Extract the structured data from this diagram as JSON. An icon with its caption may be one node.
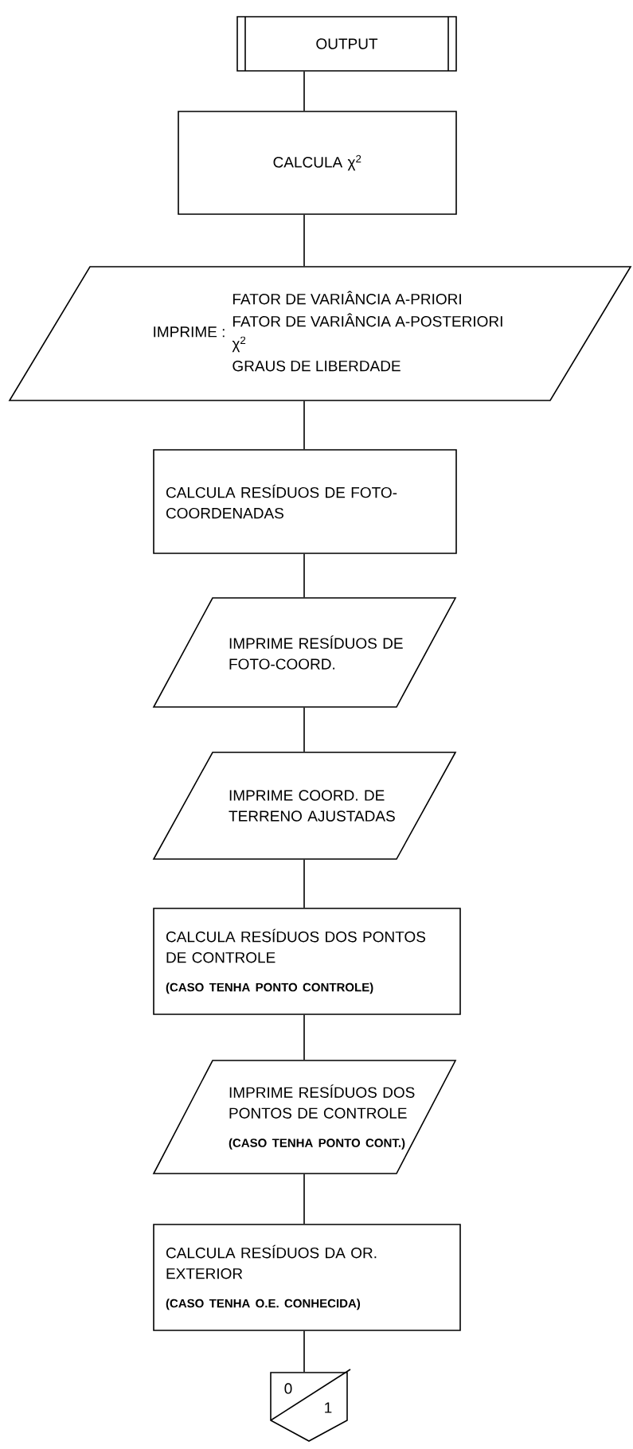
{
  "diagram": {
    "nodes": [
      {
        "text": [
          "OUTPUT"
        ]
      },
      {
        "text": [
          "CALCULA χ$^{2}$"
        ]
      },
      {
        "text": [
          "IMPRIME :",
          "FATOR DE VARIÂNCIA A-PRIORI",
          "FATOR DE VARIÂNCIA A-POSTERIORI",
          "χ$^{2}$",
          "GRAUS DE LIBERDADE"
        ]
      },
      {
        "text": [
          "CALCULA RESÍDUOS DE FOTO-COORDENADAS"
        ]
      },
      {
        "text": [
          "IMPRIME RESÍDUOS DE FOTO-COORD."
        ]
      },
      {
        "text": [
          "IMPRIME COORD. DE TERRENO AJUSTADAS"
        ]
      },
      {
        "text": [
          "CALCULA RESÍDUOS DOS PONTOS DE CONTROLE",
          "(CASO TENHA PONTO CONTROLE)"
        ]
      },
      {
        "text": [
          "IMPRIME RESÍDUOS DOS PONTOS DE CONTROLE",
          "(CASO TENHA PONTO CONT.)"
        ]
      },
      {
        "text": [
          "CALCULA RESÍDUOS DA OR. EXTERIOR",
          "(CASO TENHA O.E. CONHECIDA)"
        ]
      },
      {
        "text": [
          "0",
          "1"
        ]
      }
    ],
    "edges": [
      {
        "from": 0,
        "to": 1,
        "arrow": "none"
      },
      {
        "from": 1,
        "to": 2,
        "arrow": "none"
      },
      {
        "from": 2,
        "to": 3,
        "arrow": "none"
      },
      {
        "from": 3,
        "to": 4,
        "arrow": "none"
      },
      {
        "from": 4,
        "to": 5,
        "arrow": "none"
      },
      {
        "from": 5,
        "to": 6,
        "arrow": "none"
      },
      {
        "from": 6,
        "to": 7,
        "arrow": "none"
      },
      {
        "from": 7,
        "to": 8,
        "arrow": "none"
      },
      {
        "from": 8,
        "to": 9,
        "arrow": "none"
      }
    ]
  }
}
